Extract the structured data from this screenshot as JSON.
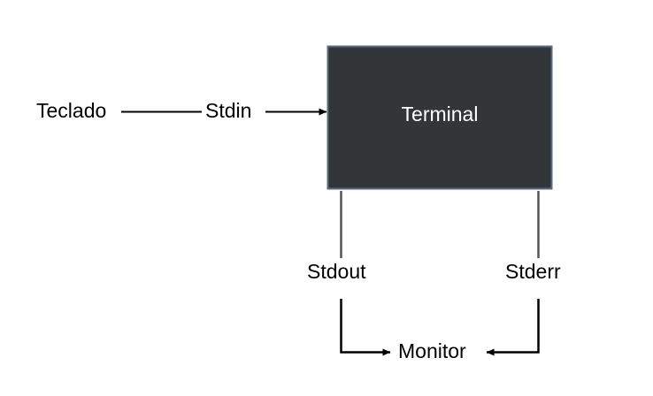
{
  "diagram": {
    "title": "Terminal standard streams diagram",
    "background_color": "#ffffff",
    "nodes": {
      "keyboard": {
        "label": "Teclado"
      },
      "stdin": {
        "label": "Stdin"
      },
      "terminal": {
        "label": "Terminal",
        "fill_color": "#323639",
        "border_color": "#5b6b80",
        "text_color": "#ffffff"
      },
      "stdout": {
        "label": "Stdout"
      },
      "stderr": {
        "label": "Stderr"
      },
      "monitor": {
        "label": "Monitor"
      }
    },
    "connectors": [
      {
        "name": "keyboard-to-stdin",
        "from": "Teclado",
        "to": "Stdin",
        "arrow": false
      },
      {
        "name": "stdin-to-terminal",
        "from": "Stdin",
        "to": "Terminal",
        "arrow": true
      },
      {
        "name": "terminal-to-stdout",
        "from": "Terminal",
        "to": "Stdout",
        "arrow": false
      },
      {
        "name": "terminal-to-stderr",
        "from": "Terminal",
        "to": "Stderr",
        "arrow": false
      },
      {
        "name": "stdout-to-monitor",
        "from": "Stdout",
        "to": "Monitor",
        "arrow": true
      },
      {
        "name": "stderr-to-monitor",
        "from": "Stderr",
        "to": "Monitor",
        "arrow": true
      }
    ],
    "line_color": "#000000",
    "stream_line_color": "#555555"
  }
}
